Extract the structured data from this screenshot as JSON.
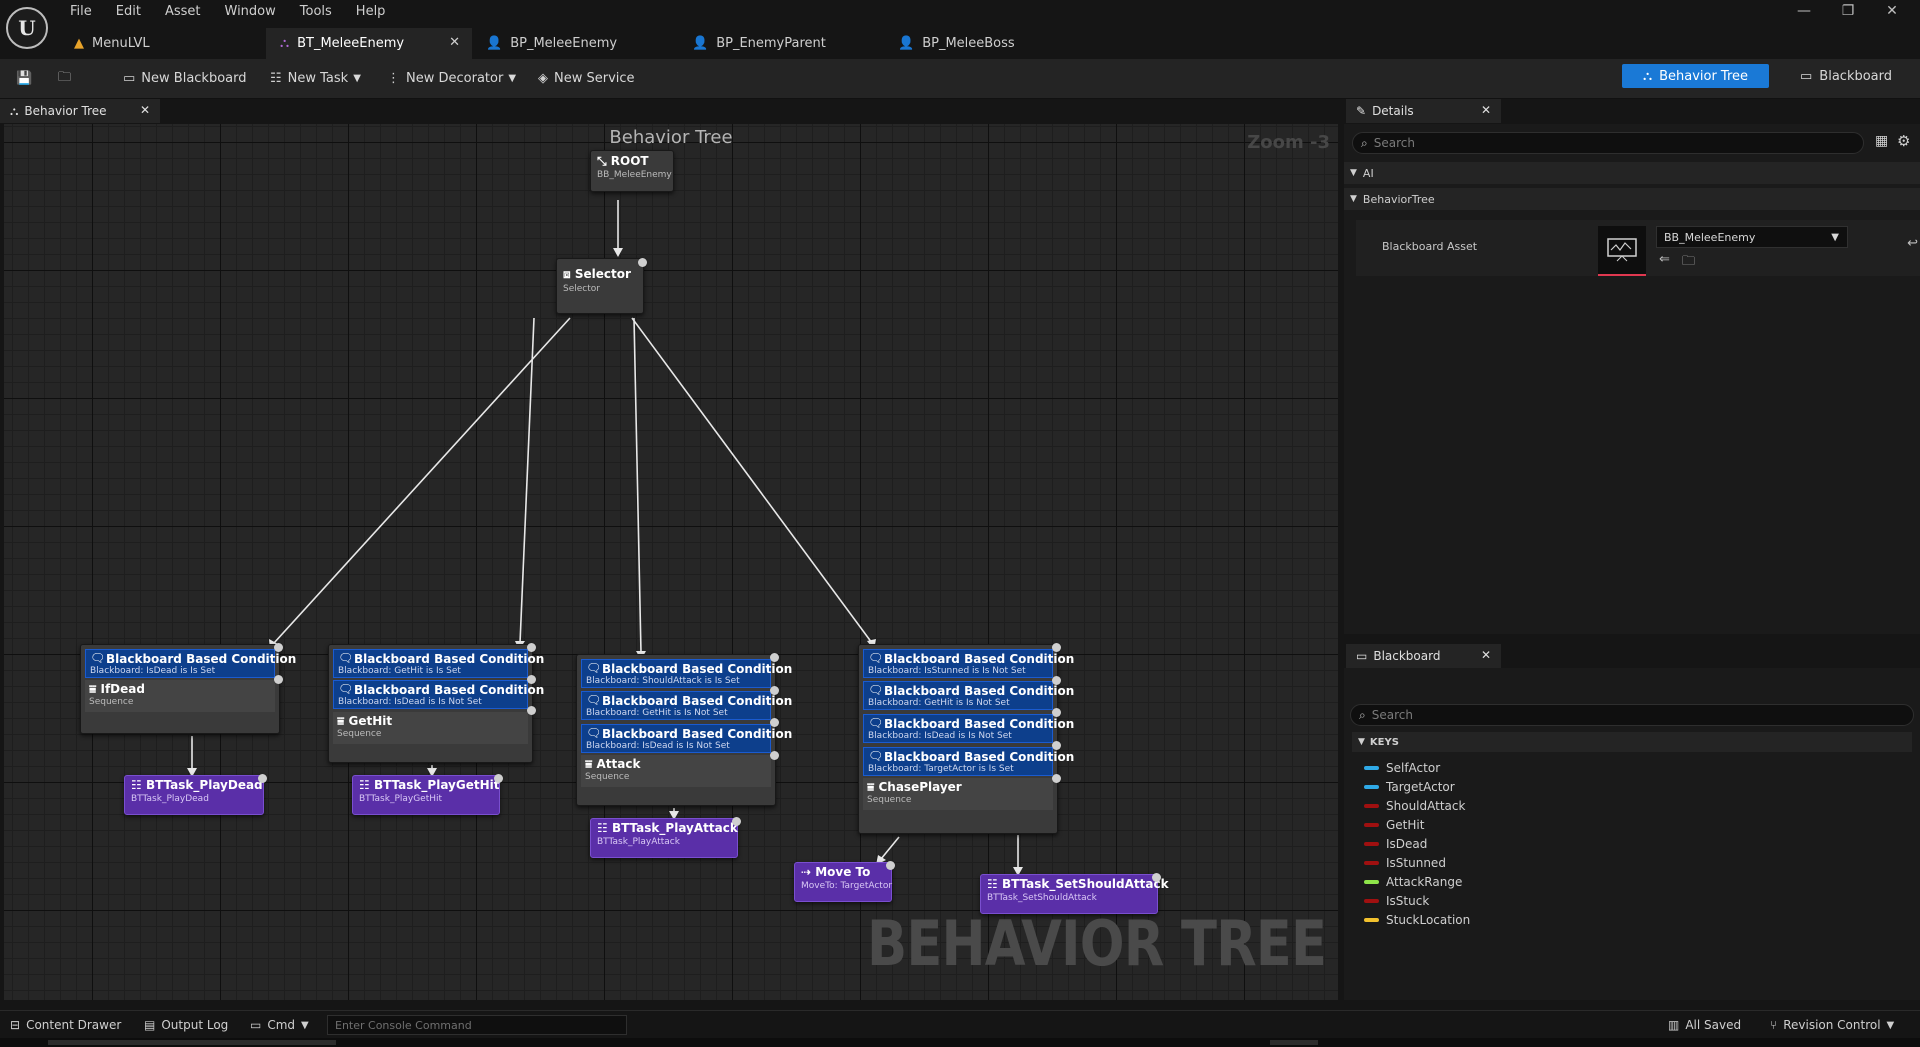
{
  "menu": [
    "File",
    "Edit",
    "Asset",
    "Window",
    "Tools",
    "Help"
  ],
  "window_controls": [
    "—",
    "❐",
    "✕"
  ],
  "doc_tabs": [
    {
      "label": "MenuLVL",
      "icon": "level-icon",
      "glyph": "▲",
      "color": "#e8a32a"
    },
    {
      "label": "BT_MeleeEnemy",
      "icon": "behavior-tree-icon",
      "glyph": "⛬",
      "color": "#b06ad6"
    },
    {
      "label": "BP_MeleeEnemy",
      "icon": "blueprint-icon",
      "glyph": "👤",
      "color": "#3b7fe0"
    },
    {
      "label": "BP_EnemyParent",
      "icon": "blueprint-icon",
      "glyph": "👤",
      "color": "#3b7fe0"
    },
    {
      "label": "BP_MeleeBoss",
      "icon": "blueprint-icon",
      "glyph": "👤",
      "color": "#3b7fe0"
    }
  ],
  "toolbar": {
    "new_blackboard": "New Blackboard",
    "new_task": "New Task",
    "new_decorator": "New Decorator",
    "new_service": "New Service",
    "mode_behavior_tree": "Behavior Tree",
    "mode_blackboard": "Blackboard"
  },
  "graph": {
    "tab_label": "Behavior Tree",
    "title": "Behavior Tree",
    "zoom": "Zoom -3",
    "watermark": "BEHAVIOR TREE"
  },
  "nodes": {
    "root": {
      "name": "ROOT",
      "sub": "BB_MeleeEnemy"
    },
    "selector": {
      "name": "Selector",
      "sub": "Selector"
    },
    "ifdead": {
      "decorators": [
        {
          "title": "Blackboard Based Condition",
          "sub": "Blackboard: IsDead is Is Set"
        }
      ],
      "name": "IfDead",
      "sub": "Sequence"
    },
    "gethit": {
      "decorators": [
        {
          "title": "Blackboard Based Condition",
          "sub": "Blackboard: GetHit is Is Set"
        },
        {
          "title": "Blackboard Based Condition",
          "sub": "Blackboard: IsDead is Is Not Set"
        }
      ],
      "name": "GetHit",
      "sub": "Sequence"
    },
    "attack": {
      "decorators": [
        {
          "title": "Blackboard Based Condition",
          "sub": "Blackboard: ShouldAttack is Is Set"
        },
        {
          "title": "Blackboard Based Condition",
          "sub": "Blackboard: GetHit is Is Not Set"
        },
        {
          "title": "Blackboard Based Condition",
          "sub": "Blackboard: IsDead is Is Not Set"
        }
      ],
      "name": "Attack",
      "sub": "Sequence"
    },
    "chase": {
      "decorators": [
        {
          "title": "Blackboard Based Condition",
          "sub": "Blackboard: IsStunned is Is Not Set"
        },
        {
          "title": "Blackboard Based Condition",
          "sub": "Blackboard: GetHit is Is Not Set"
        },
        {
          "title": "Blackboard Based Condition",
          "sub": "Blackboard: IsDead is Is Not Set"
        },
        {
          "title": "Blackboard Based Condition",
          "sub": "Blackboard: TargetActor is Is Set"
        }
      ],
      "name": "ChasePlayer",
      "sub": "Sequence"
    },
    "task_playdead": {
      "name": "BTTask_PlayDead",
      "sub": "BTTask_PlayDead"
    },
    "task_playgethit": {
      "name": "BTTask_PlayGetHit",
      "sub": "BTTask_PlayGetHit"
    },
    "task_playattack": {
      "name": "BTTask_PlayAttack",
      "sub": "BTTask_PlayAttack"
    },
    "task_moveto": {
      "name": "Move To",
      "sub": "MoveTo: TargetActor"
    },
    "task_setshouldattack": {
      "name": "BTTask_SetShouldAttack",
      "sub": "BTTask_SetShouldAttack"
    }
  },
  "details": {
    "tab_label": "Details",
    "search_placeholder": "Search",
    "categories": [
      "AI",
      "BehaviorTree"
    ],
    "property_label": "Blackboard Asset",
    "property_value": "BB_MeleeEnemy"
  },
  "blackboard": {
    "tab_label": "Blackboard",
    "search_placeholder": "Search",
    "keys_header": "KEYS",
    "keys": [
      {
        "name": "SelfActor",
        "color": "#2fa9e6"
      },
      {
        "name": "TargetActor",
        "color": "#2fa9e6"
      },
      {
        "name": "ShouldAttack",
        "color": "#a01010"
      },
      {
        "name": "GetHit",
        "color": "#a01010"
      },
      {
        "name": "IsDead",
        "color": "#a01010"
      },
      {
        "name": "IsStunned",
        "color": "#a01010"
      },
      {
        "name": "AttackRange",
        "color": "#8ee44a"
      },
      {
        "name": "IsStuck",
        "color": "#a01010"
      },
      {
        "name": "StuckLocation",
        "color": "#f2c12e"
      }
    ]
  },
  "status": {
    "content_drawer": "Content Drawer",
    "output_log": "Output Log",
    "cmd": "Cmd",
    "console_placeholder": "Enter Console Command",
    "all_saved": "All Saved",
    "revision_control": "Revision Control"
  }
}
